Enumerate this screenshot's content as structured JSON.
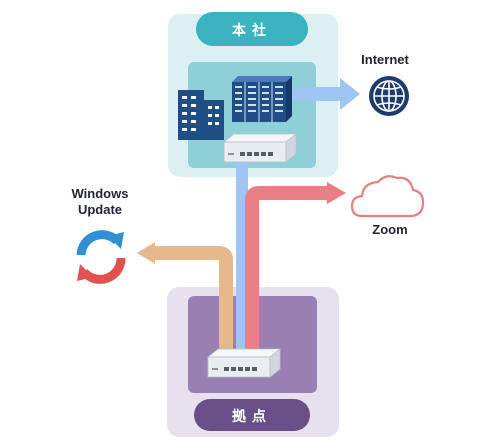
{
  "hq": {
    "label": "本社"
  },
  "branch": {
    "label": "拠点"
  },
  "internet": {
    "label": "Internet",
    "icon": "globe-icon"
  },
  "zoom": {
    "label": "Zoom",
    "icon": "cloud-icon"
  },
  "windows_update": {
    "label_line1": "Windows",
    "label_line2": "Update",
    "icon": "refresh-icon"
  },
  "colors": {
    "hq_bg": "#dcf0f3",
    "hq_inner": "#8fd0d8",
    "hq_pill": "#3bb2bf",
    "branch_bg": "#e6e0ef",
    "branch_inner": "#9a7fb3",
    "branch_pill": "#6a4e87",
    "arrow_blue": "#9fc6f2",
    "arrow_red": "#e97f84",
    "arrow_orange": "#e7b88c",
    "server_blue": "#1f4e85"
  }
}
